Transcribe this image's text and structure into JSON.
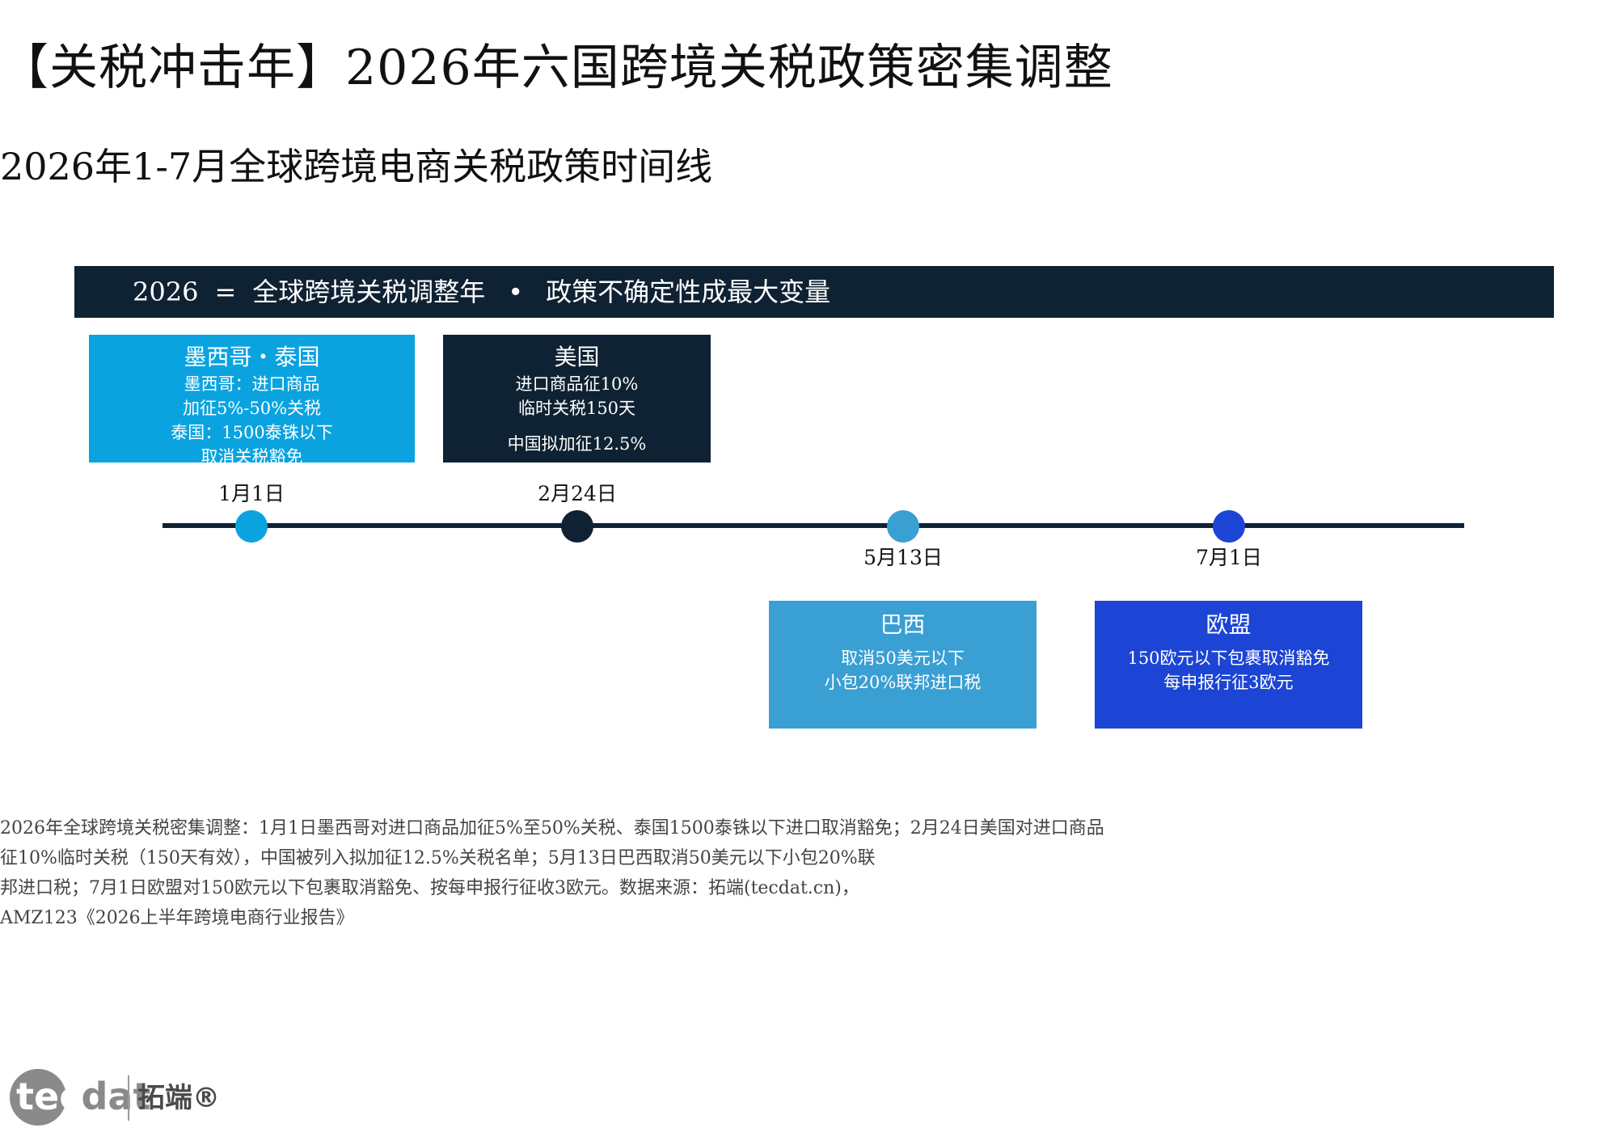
{
  "title": "【关税冲击年】2026年六国跨境关税政策密集调整",
  "subtitle": "2026年1-7月全球跨境电商关税政策时间线",
  "banner": {
    "year": "2026",
    "equals": "=",
    "headline": "全球跨境关税调整年",
    "bullet": "•",
    "tagline": "政策不确定性成最大变量"
  },
  "events": [
    {
      "date": "1月1日",
      "title": "墨西哥・泰国",
      "lines": [
        "墨西哥：进口商品",
        "加征5%-50%关税",
        "泰国：1500泰铢以下",
        "取消关税豁免"
      ],
      "color": "#0aa3e0"
    },
    {
      "date": "2月24日",
      "title": "美国",
      "lines": [
        "进口商品征10%",
        "临时关税150天",
        "中国拟加征12.5%"
      ],
      "color": "#0f2233"
    },
    {
      "date": "5月13日",
      "title": "巴西",
      "lines": [
        "取消50美元以下",
        "小包20%联邦进口税"
      ],
      "color": "#3a9fd3"
    },
    {
      "date": "7月1日",
      "title": "欧盟",
      "lines": [
        "150欧元以下包裹取消豁免",
        "每申报行征3欧元"
      ],
      "color": "#1c45d5"
    }
  ],
  "caption": [
    "2026年全球跨境关税密集调整：1月1日墨西哥对进口商品加征5%至50%关税、泰国1500泰铢以下进口取消豁免；2月24日美国对进口商品",
    "征10%临时关税（150天有效），中国被列入拟加征12.5%关税名单；5月13日巴西取消50美元以下小包20%联",
    "邦进口税；7月1日欧盟对150欧元以下包裹取消豁免、按每申报行征收3欧元。数据来源：拓端(tecdat.cn)，",
    "AMZ123《2026上半年跨境电商行业报告》"
  ],
  "logo": {
    "brand_latin_head": "tec",
    "brand_latin_tail": "dat",
    "brand_cn": "拓端®"
  }
}
